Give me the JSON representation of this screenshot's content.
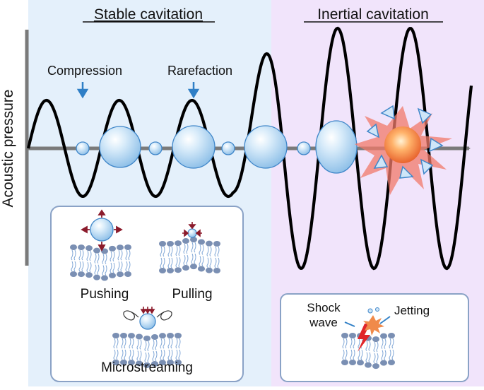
{
  "titles": {
    "stable": "Stable cavitation",
    "inertial": "Inertial cavitation"
  },
  "axis": {
    "ylabel": "Acoustic pressure"
  },
  "wave_labels": {
    "compression": "Compression",
    "rarefaction": "Rarefaction"
  },
  "stable_box": {
    "pushing": "Pushing",
    "pulling": "Pulling",
    "microstreaming": "Microstreaming"
  },
  "inertial_box": {
    "shock_line1": "Shock",
    "shock_line2": "wave",
    "jetting": "Jetting"
  },
  "colors": {
    "stable_bg": "#e4f0fb",
    "inertial_bg": "#f1e4fb",
    "wave": "#000000",
    "axis": "#7a7a7a",
    "bubble": "#bcdcf4",
    "bubble_stroke": "#3f86c9",
    "arrow": "#2f7fc6",
    "lipid_head": "#7a8fb3",
    "force_arrow": "#8b1a2b",
    "burst": "#f07a6a",
    "shock": "#e0262b"
  }
}
